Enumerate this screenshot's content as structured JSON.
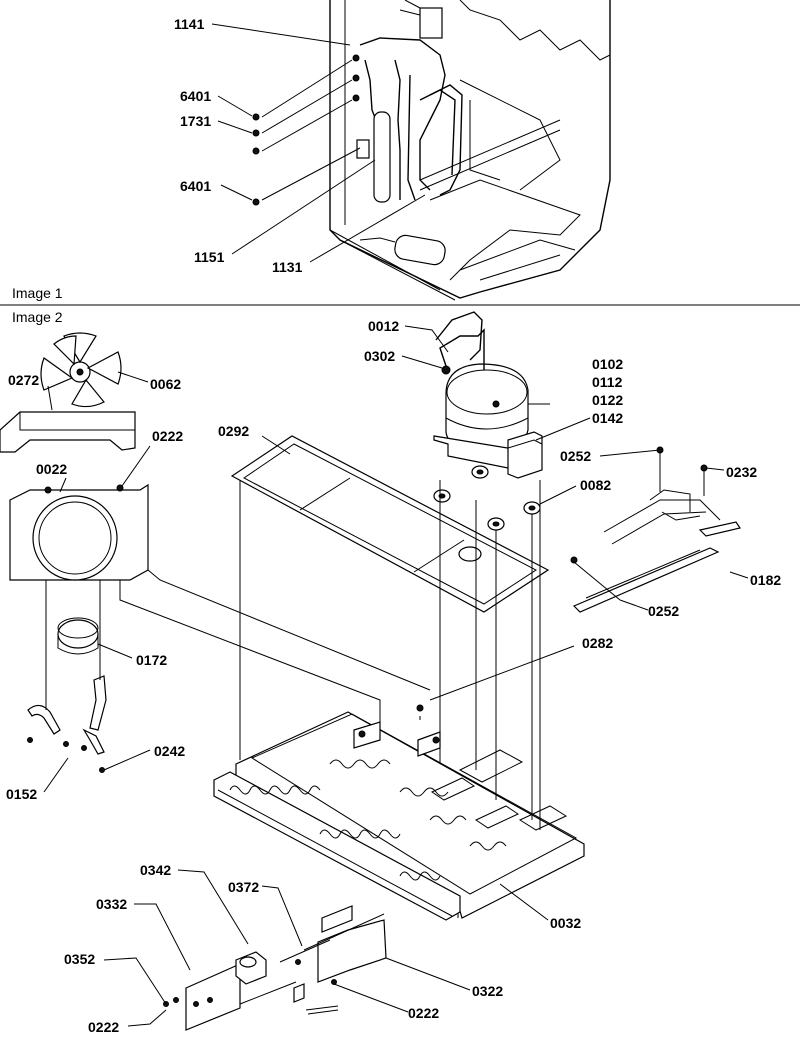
{
  "captions": {
    "image1": "Image 1",
    "image2": "Image 2"
  },
  "image1": {
    "partial_top_text": "• • • • •",
    "labels": [
      "1141",
      "6401",
      "1731",
      "6401",
      "1151",
      "1131"
    ]
  },
  "image2": {
    "labels": {
      "l0012": "0012",
      "l0302": "0302",
      "l0102": "0102",
      "l0112": "0112",
      "l0122": "0122",
      "l0142": "0142",
      "l0272": "0272",
      "l0062": "0062",
      "l0292": "0292",
      "l0222a": "0222",
      "l0022": "0022",
      "l0252a": "0252",
      "l0232": "0232",
      "l0082": "0082",
      "l0182": "0182",
      "l0252b": "0252",
      "l0172": "0172",
      "l0282": "0282",
      "l0152": "0152",
      "l0242": "0242",
      "l0342": "0342",
      "l0372": "0372",
      "l0332": "0332",
      "l0032": "0032",
      "l0352": "0352",
      "l0322": "0322",
      "l0222b": "0222",
      "l0222c": "0222"
    }
  }
}
